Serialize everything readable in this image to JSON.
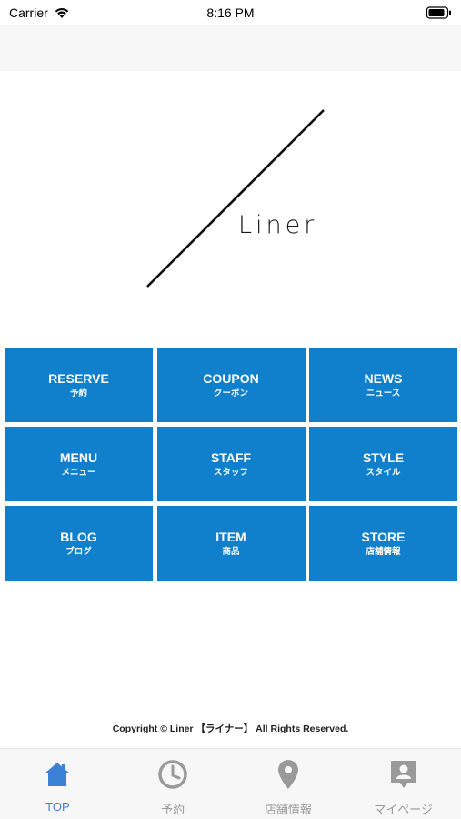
{
  "status": {
    "carrier": "Carrier",
    "time": "8:16 PM"
  },
  "logo": {
    "text": "Liner"
  },
  "menu": [
    {
      "en": "RESERVE",
      "jp": "予約"
    },
    {
      "en": "COUPON",
      "jp": "クーポン"
    },
    {
      "en": "NEWS",
      "jp": "ニュース"
    },
    {
      "en": "MENU",
      "jp": "メニュー"
    },
    {
      "en": "STAFF",
      "jp": "スタッフ"
    },
    {
      "en": "STYLE",
      "jp": "スタイル"
    },
    {
      "en": "BLOG",
      "jp": "ブログ"
    },
    {
      "en": "ITEM",
      "jp": "商品"
    },
    {
      "en": "STORE",
      "jp": "店舗情報"
    }
  ],
  "copyright": "Copyright © Liner 【ライナー】 All Rights Reserved.",
  "tabbar": [
    {
      "label": "TOP",
      "icon": "home-icon",
      "active": true
    },
    {
      "label": "予約",
      "icon": "clock-icon"
    },
    {
      "label": "店舗情報",
      "icon": "location-pin-icon"
    },
    {
      "label": "マイページ",
      "icon": "profile-icon"
    }
  ],
  "colors": {
    "tile": "#1080cc",
    "tab_active": "#3b82d6",
    "tab_inactive": "#9a9a9a"
  }
}
